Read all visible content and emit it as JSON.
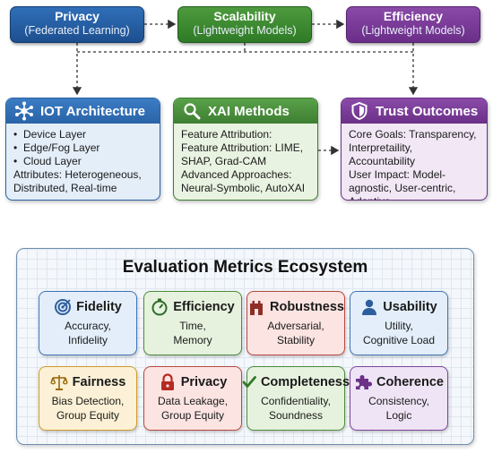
{
  "top": {
    "privacy": {
      "title": "Privacy",
      "sub": "(Federated Learning)"
    },
    "scalability": {
      "title": "Scalability",
      "sub": "(Lightweight Models)"
    },
    "efficiency": {
      "title": "Efficiency",
      "sub": "(Lightweight Models)"
    }
  },
  "iot": {
    "title": "IOT Architecture",
    "bullets": [
      "Device Layer",
      "Edge/Fog Layer",
      "Cloud Layer"
    ],
    "attributes": "Attributes: Heterogeneous, Distributed, Real-time",
    "icon": "network-icon"
  },
  "xai": {
    "title": "XAI Methods",
    "lines": [
      "Feature Attribution:",
      "Feature Attribution: LIME, SHAP, Grad-CAM",
      "Advanced Approaches: Neural-Symbolic, AutoXAI"
    ],
    "icon": "magnifier-icon"
  },
  "trust": {
    "title": "Trust Outcomes",
    "lines": [
      "Core Goals: Transparency, Interpretaility, Accountability",
      "User Impact: Model-agnostic, User-centric, Adaptive"
    ],
    "icon": "shield-icon"
  },
  "ecosystem": {
    "title": "Evaluation Metrics Ecosystem",
    "cards": [
      {
        "title": "Fidelity",
        "desc": [
          "Accuracy,",
          "Infidelity"
        ],
        "icon": "target-icon"
      },
      {
        "title": "Efficiency",
        "desc": [
          "Time,",
          "Memory"
        ],
        "icon": "stopwatch-icon"
      },
      {
        "title": "Robustness",
        "desc": [
          "Adversarial,",
          "Stability"
        ],
        "icon": "castle-icon"
      },
      {
        "title": "Usability",
        "desc": [
          "Utility,",
          "Cognitive Load"
        ],
        "icon": "person-icon"
      },
      {
        "title": "Fairness",
        "desc": [
          "Bias Detection,",
          "Group Equity"
        ],
        "icon": "scales-icon"
      },
      {
        "title": "Privacy",
        "desc": [
          "Data Leakage,",
          "Group Equity"
        ],
        "icon": "lock-icon"
      },
      {
        "title": "Completeness",
        "desc": [
          "Confidentiality,",
          "Soundness"
        ],
        "icon": "checkmark-icon"
      },
      {
        "title": "Coherence",
        "desc": [
          "Consistency,",
          "Logic"
        ],
        "icon": "puzzle-icon"
      }
    ]
  },
  "colors": {
    "blue": "#2a63a8",
    "green": "#3d7f31",
    "purple": "#6b3088",
    "red": "#b8483e",
    "yellow": "#cf9a2c"
  }
}
